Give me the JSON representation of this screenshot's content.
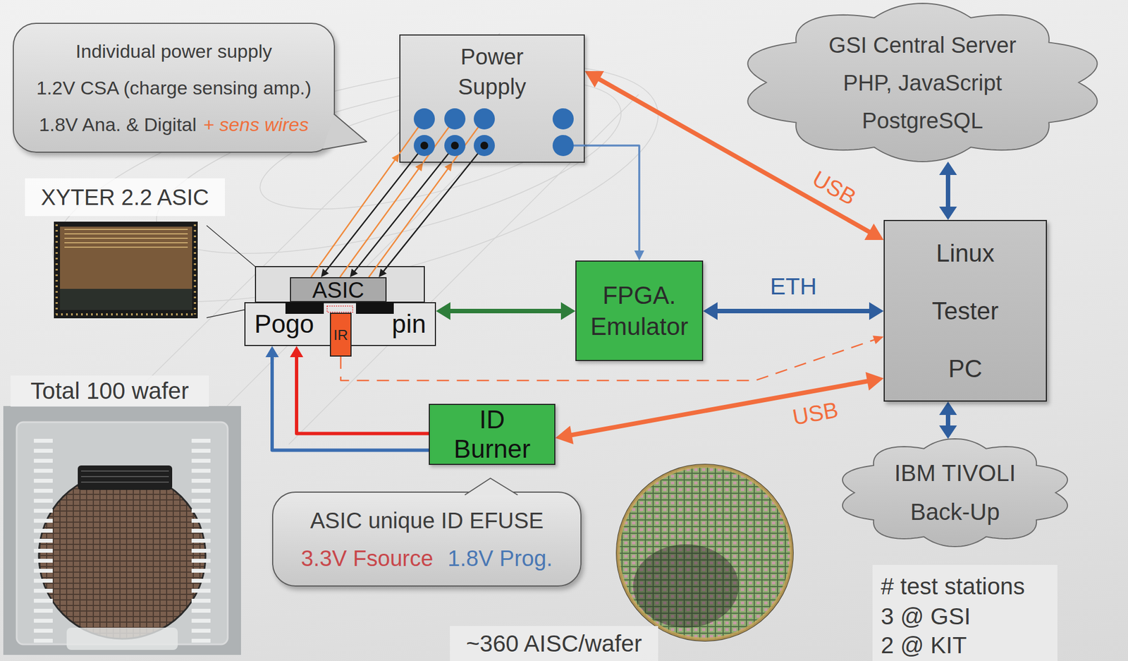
{
  "diagram": {
    "nodes": [
      {
        "text": [
          "Individual power supply",
          "1.2V CSA (charge sensing amp.)",
          "1.8V Ana. & Digital",
          "+ sens wires"
        ]
      },
      {
        "text": [
          "Power Supply"
        ]
      },
      {
        "text": [
          "GSI Central Server",
          "PHP, JavaScript",
          "PostgreSQL"
        ]
      },
      {
        "text": [
          "ASIC"
        ]
      },
      {
        "text": [
          "Pogo",
          "pin"
        ]
      },
      {
        "text": [
          "IR"
        ],
        "in": 4
      },
      {
        "text": [
          "FPGA. Emulator"
        ]
      },
      {
        "text": [
          "Linux Tester PC"
        ]
      },
      {
        "text": [
          "ID Burner"
        ]
      },
      {
        "text": [
          "IBM TIVOLI Back-Up"
        ]
      },
      {
        "text": [
          "ASIC unique ID EFUSE",
          "3.3V Fsource",
          "1.8V Prog."
        ]
      }
    ],
    "edges": [
      {
        "from": 1,
        "to": 3,
        "arrow": "to"
      },
      {
        "from": 1,
        "to": 3,
        "arrow": "to"
      },
      {
        "from": 1,
        "to": 3,
        "arrow": "to"
      },
      {
        "from": 3,
        "to": 1,
        "arrow": "to"
      },
      {
        "from": 3,
        "to": 1,
        "arrow": "to"
      },
      {
        "from": 3,
        "to": 1,
        "arrow": "to"
      },
      {
        "from": 1,
        "to": 6,
        "arrow": "to"
      },
      {
        "from": 1,
        "to": 7,
        "label": "USB",
        "arrow": "both"
      },
      {
        "from": 2,
        "to": 7,
        "arrow": "both"
      },
      {
        "from": 4,
        "to": 6,
        "arrow": "both"
      },
      {
        "from": 6,
        "to": 7,
        "label": "ETH",
        "arrow": "both"
      },
      {
        "from": 8,
        "to": 4,
        "arrow": "to"
      },
      {
        "from": 8,
        "to": 4,
        "arrow": "to"
      },
      {
        "from": 5,
        "to": 7,
        "arrow": "to"
      },
      {
        "from": 8,
        "to": 7,
        "label": "USB",
        "arrow": "both"
      },
      {
        "from": 7,
        "to": 9,
        "arrow": "both"
      }
    ],
    "labels": [
      "XYTER 2.2 ASIC",
      "Total 100 wafer",
      "~360 AISC/wafer",
      "# test stations",
      "3 @ GSI",
      "2 @ KIT"
    ]
  }
}
